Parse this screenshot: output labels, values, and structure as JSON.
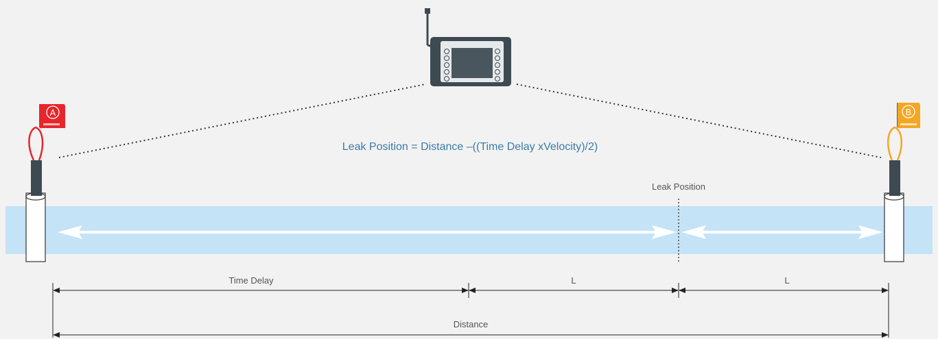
{
  "diagram": {
    "formula": "Leak Position = Distance –((Time Delay xVelocity)/2)",
    "leak_position_label": "Leak Position",
    "time_delay_label": "Time Delay",
    "segment_l_label_1": "L",
    "segment_l_label_2": "L",
    "distance_label": "Distance",
    "sensor_a_letter": "A",
    "sensor_b_letter": "B",
    "sensor_a_brand": "",
    "sensor_b_brand": ""
  },
  "colors": {
    "background": "#f2f2f2",
    "pipe": "#c5e3f6",
    "arrow": "#ffffff",
    "formula_text": "#3a7ca5",
    "device_body": "#3d4a52",
    "device_screen": "#4a565e",
    "flag_a": "#e8252a",
    "flag_b": "#f5a623",
    "sensor_cap": "#3d4a52",
    "dimension_line": "#222222",
    "label_text": "#555555"
  },
  "icons": {
    "device": "leak-correlator-device-icon",
    "sensor_a": "sensor-a-icon",
    "sensor_b": "sensor-b-icon"
  }
}
